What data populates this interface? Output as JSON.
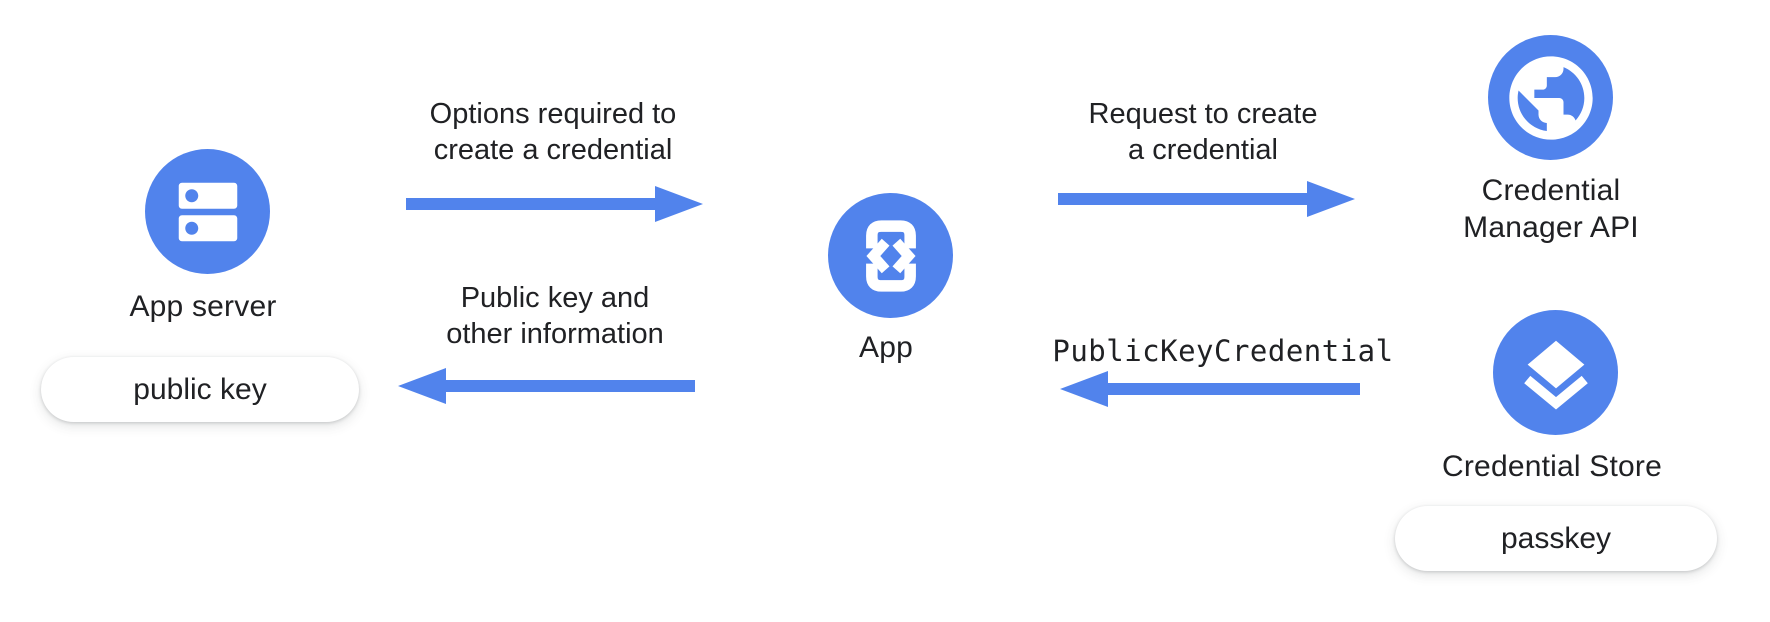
{
  "colors": {
    "accent_blue": "#5183EC",
    "text": "#202124",
    "background": "#FFFFFF",
    "pill_bg": "#FFFFFF"
  },
  "nodes": {
    "app_server": {
      "label": "App server",
      "icon": "server-icon",
      "artifact": "public key"
    },
    "app": {
      "label": "App",
      "icon": "phone-code-icon"
    },
    "credential_manager_api": {
      "label": "Credential Manager API",
      "label_lines": [
        "Credential",
        "Manager API"
      ],
      "icon": "globe-icon"
    },
    "credential_store": {
      "label": "Credential Store",
      "icon": "layers-icon",
      "artifact": "passkey"
    }
  },
  "flows": [
    {
      "from": "App server",
      "to": "App",
      "direction": "right",
      "label": "Options required to create a credential",
      "label_lines": [
        "Options required to",
        "create a credential"
      ]
    },
    {
      "from": "App",
      "to": "Credential Manager API",
      "direction": "right",
      "label": "Request to create a credential",
      "label_lines": [
        "Request to create",
        "a credential"
      ]
    },
    {
      "from": "Credential Store",
      "to": "App",
      "direction": "left",
      "monospace": true,
      "label": "PublicKeyCredential"
    },
    {
      "from": "App",
      "to": "App server",
      "direction": "left",
      "label": "Public key and other information",
      "label_lines": [
        "Public key and",
        "other information"
      ]
    }
  ]
}
